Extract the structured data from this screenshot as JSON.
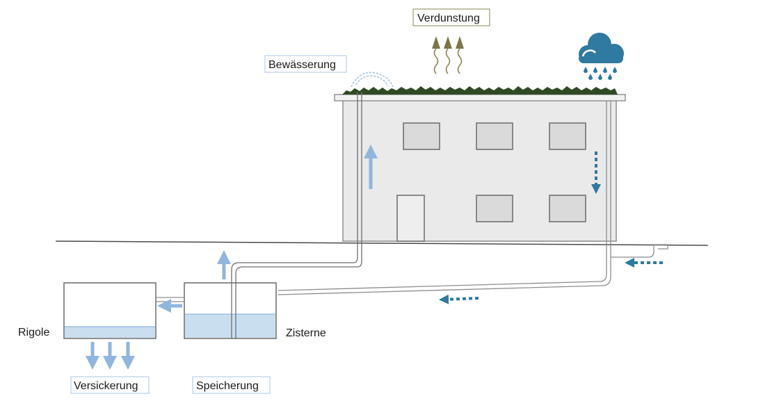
{
  "labels": {
    "verdunstung": "Verdunstung",
    "bewaesserung": "Bewässerung",
    "rigole": "Rigole",
    "zisterne": "Zisterne",
    "versickerung": "Versickerung",
    "speicherung": "Speicherung"
  },
  "colors": {
    "building_fill": "#eaeaeb",
    "building_stroke": "#8c8c8c",
    "window_fill": "#dadadb",
    "water_fill": "#c9dff0",
    "arrow_light_blue": "#8fb6df",
    "arrow_dark_teal": "#2e7aa0",
    "cloud": "#2e7aa0",
    "evaporation_arrow": "#7a7545",
    "green_roof": "#2f4a22",
    "pipe": "#8c8c8c",
    "label_box_blue": "#a9c6e6",
    "label_box_olive": "#8a8555"
  },
  "icons": {
    "rain_cloud": "rain-cloud-icon",
    "evaporation": "evaporation-arrows-icon",
    "sprinkler": "sprinkler-spray-icon"
  }
}
